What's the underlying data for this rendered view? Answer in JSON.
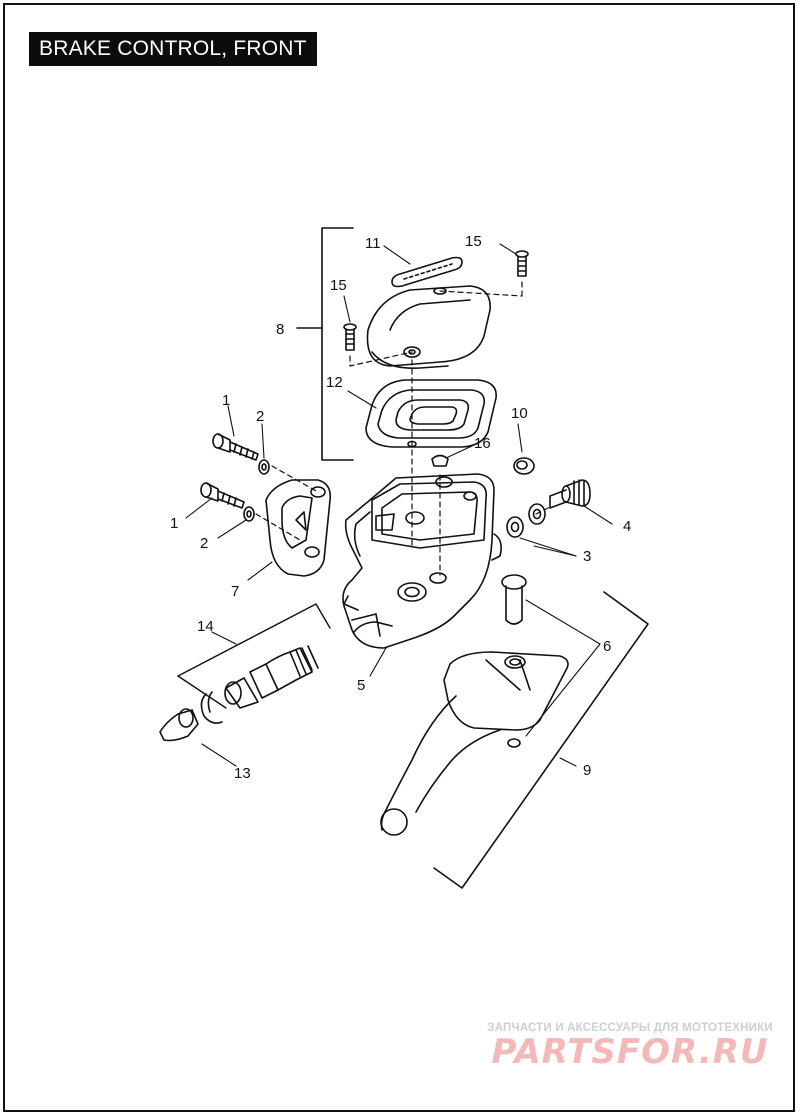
{
  "title": "BRAKE CONTROL, FRONT",
  "callouts": [
    "1",
    "2",
    "1",
    "2",
    "3",
    "4",
    "5",
    "6",
    "7",
    "8",
    "9",
    "10",
    "11",
    "12",
    "13",
    "14",
    "15",
    "15",
    "16"
  ],
  "watermark": {
    "tagline": "ЗАПЧАСТИ И АКСЕССУАРЫ ДЛЯ МОТОТЕХНИКИ",
    "logo": "PARTSFOR.RU"
  },
  "colors": {
    "line": "#111111",
    "title_bg": "#0c0c0c",
    "watermark_logo": "#f4b8b8",
    "watermark_text": "#cfcfcf"
  }
}
